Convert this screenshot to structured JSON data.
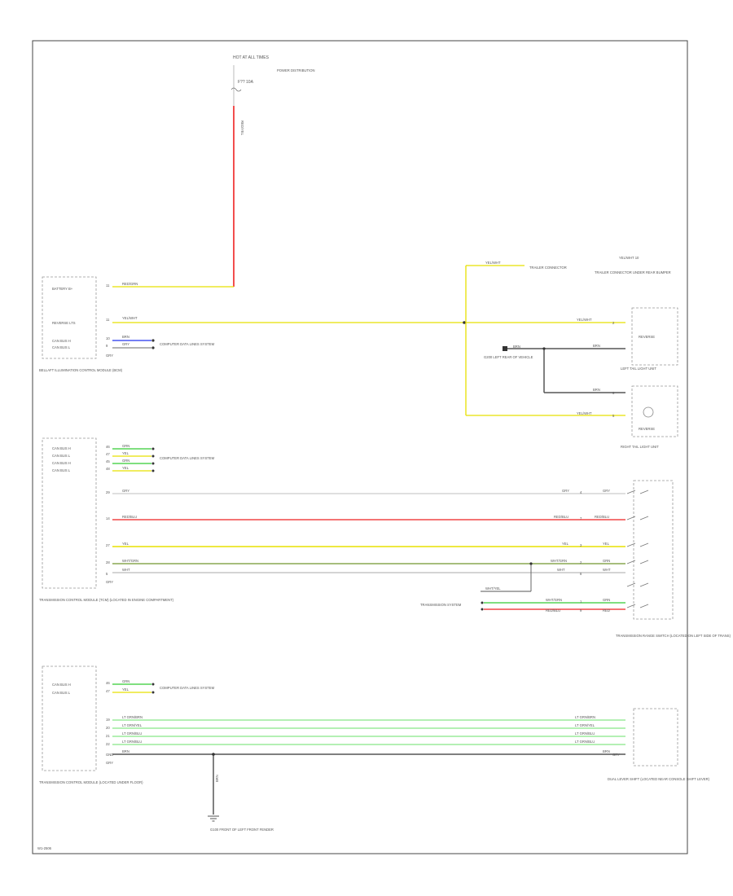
{
  "fuse": {
    "title": "HOT AT ALL TIMES",
    "fuse_id": "F?? 10A",
    "desc": "POWER DISTRIBUTION",
    "wire_label": "RED/YEL"
  },
  "lighting_module": {
    "name": "BELLAFT ILLUMINATION CONTROL MODULE (BCM)",
    "pins": [
      {
        "num": "11",
        "func": "BATTERY B+",
        "wire": "RED/GRN"
      },
      {
        "num": "11",
        "func": "REVERSE LTS",
        "wire": "YEL/WHT"
      },
      {
        "num": "10",
        "func": "CAN BUS H",
        "wire": "BRN"
      },
      {
        "num": "9",
        "func": "CAN BUS L",
        "wire": "GRY"
      }
    ],
    "connector": "GRY",
    "side_note": "COMPUTER DATA LINES SYSTEM"
  },
  "trailer": {
    "header": "YEL/WHT  10",
    "wire": "YEL/WHT",
    "note": "TRAILER CONNECTOR",
    "connector_desc": "TRAILER CONNECTOR UNDER REAR BUMPER"
  },
  "reverse_lamps": {
    "left_lamp_label": "LEFT TAIL LIGHT UNIT",
    "right_lamp_label": "RIGHT TAIL LIGHT UNIT",
    "reverse_label": "REVERSE",
    "left_wire": "YEL/WHT",
    "left_pin": "2",
    "right_wire": "YEL/WHT",
    "right_pin": "5",
    "ground_wire": "BRN",
    "ground_pin": "6",
    "ground_label": "BRN",
    "ground_desc": "G200 LEFT REAR OF VEHICLE"
  },
  "tcm": {
    "name": "TRANSMISSION CONTROL MODULE (TCM) (LOCATED IN ENGINE COMPARTMENT)",
    "can_pins": [
      {
        "num": "46",
        "func": "CAN BUS H",
        "wire": "GRN"
      },
      {
        "num": "47",
        "func": "CAN BUS L",
        "wire": "YEL"
      },
      {
        "num": "45",
        "func": "CAN BUS H",
        "wire": "GRN"
      },
      {
        "num": "48",
        "func": "CAN BUS L",
        "wire": "YEL"
      }
    ],
    "side_note": "COMPUTER DATA LINES SYSTEM",
    "connector": "GRY",
    "range_wires": [
      {
        "num": "29",
        "wire": "GRY",
        "end_wire": "GRY",
        "end_pin": "4",
        "switch_wire": "GRY"
      },
      {
        "num": "14",
        "wire": "RED/BLU",
        "end_wire": "RED/BLU",
        "end_pin": "7",
        "switch_wire": "RED/BLU"
      },
      {
        "num": "27",
        "wire": "YEL",
        "end_wire": "YEL",
        "end_pin": "3",
        "switch_wire": "YEL"
      },
      {
        "num": "28",
        "wire": "WHT/GRN",
        "end_wire": "WHT/GRN",
        "end_pin": "2",
        "switch_wire": "GRN"
      },
      {
        "num": "5",
        "wire": "WHT",
        "end_wire": "WHT",
        "end_pin": "8",
        "switch_wire": "WHT"
      }
    ],
    "splice_wire": "WHT/YEL"
  },
  "range_switch": {
    "name": "TRANSMISSION RANGE SWITCH (LOCATED ON LEFT SIDE OF TRANS)",
    "lower_wires": [
      {
        "wire": "WHT/GRN",
        "pin": "1",
        "end": "GRN"
      },
      {
        "wire": "RED/BLU",
        "pin": "9",
        "end": "RED"
      }
    ],
    "feed_label": "TRANSMISSION SYSTEM"
  },
  "tcm2": {
    "name": "TRANSMISSION CONTROL MODULE (LOCATED UNDER FLOOR)",
    "can_pins": [
      {
        "num": "46",
        "func": "CAN BUS H",
        "wire": "GRN"
      },
      {
        "num": "47",
        "func": "CAN BUS L",
        "wire": "YEL"
      }
    ],
    "side_note": "COMPUTER DATA LINES SYSTEM",
    "bus_wires": [
      {
        "num": "19",
        "wire": "LT GRN/BRN"
      },
      {
        "num": "20",
        "wire": "LT GRN/YEL"
      },
      {
        "num": "21",
        "wire": "LT GRN/BLU"
      },
      {
        "num": "22",
        "wire": "LT GRN/BLU"
      },
      {
        "num": "GND",
        "wire": "BRN"
      }
    ],
    "connector": "GRY",
    "ground_wire": "BRN",
    "ground_desc": "G100 FRONT OF LEFT FRONT FENDER"
  },
  "dual_lever": {
    "name": "DUAL LEVER SHIFT (LOCATED NEAR CONSOLE SHIFT LEVER)",
    "connector": "GRY"
  },
  "footer": {
    "code": "W1-2506"
  },
  "colors": {
    "red": "#ee2222",
    "yellow": "#e8e000",
    "green": "#33cc33",
    "blue": "#2233ee",
    "gray": "#888888",
    "brown": "#6b4a2b",
    "white": "#cccccc"
  }
}
